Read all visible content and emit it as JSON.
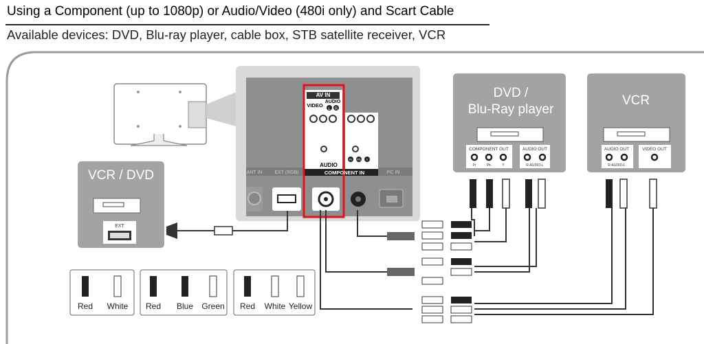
{
  "header": {
    "title": "Using a Component (up to 1080p) or Audio/Video (480i only) and Scart Cable",
    "subtitle": "Available devices: DVD, Blu-ray player, cable box, STB satellite receiver, VCR"
  },
  "tv_panel": {
    "av_in": "AV IN",
    "video": "VIDEO",
    "audio_top": "AUDIO",
    "l_badge": "L",
    "r_badge": "R",
    "audio_bottom": "AUDIO",
    "component_in": "COMPONENT IN",
    "pr_badge": "Pr",
    "pb_badge": "Pb",
    "y_badge": "Y",
    "ant_in": "ANT IN",
    "ext_rgb": "EXT (RGB)",
    "pc_in": "PC IN"
  },
  "devices": {
    "vcr_dvd": {
      "title": "VCR / DVD",
      "ext": "EXT"
    },
    "dvd_bluray": {
      "title_line1": "DVD /",
      "title_line2": "Blu-Ray player",
      "component_out": "COMPONENT OUT",
      "audio_out": "AUDIO OUT",
      "pr": "Pr",
      "pb": "Pb",
      "y": "Y",
      "rl": "R-AUDIO-L"
    },
    "vcr": {
      "title": "VCR",
      "audio_out": "AUDIO OUT",
      "video_out": "VIDEO OUT",
      "rl": "R-AUDIO-L"
    }
  },
  "legend": {
    "groups": [
      {
        "items": [
          "Red",
          "White"
        ]
      },
      {
        "items": [
          "Red",
          "Blue",
          "Green"
        ]
      },
      {
        "items": [
          "Red",
          "White",
          "Yellow"
        ]
      }
    ]
  },
  "colors": {
    "highlight": "#e0121a",
    "panel_gray": "#8f8f8f",
    "device_gray": "#a3a3a3",
    "tv_back": "#d9d9d9"
  }
}
